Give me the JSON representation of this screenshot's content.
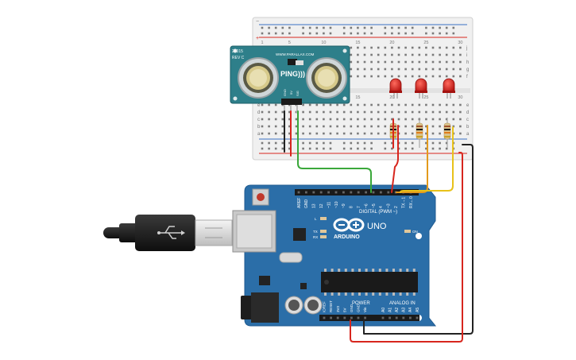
{
  "breadboard": {
    "row_letters_top": [
      "j",
      "i",
      "h",
      "g",
      "f"
    ],
    "row_letters_bottom": [
      "e",
      "d",
      "c",
      "b",
      "a"
    ],
    "column_numbers": [
      "1",
      "5",
      "10",
      "15",
      "20",
      "25",
      "30"
    ]
  },
  "sensor": {
    "part_id": "28015",
    "revision": "REV C",
    "website": "WWW.PARALLAX.COM",
    "label": "PING)))",
    "pin_labels": [
      "GND",
      "5V",
      "SIG"
    ]
  },
  "arduino": {
    "model": "UNO",
    "brand": "ARDUINO",
    "digital_header": "DIGITAL (PWM ~)",
    "power_header": "POWER",
    "analog_header": "ANALOG IN",
    "digital_pins": [
      "AREF",
      "GND",
      "13",
      "12",
      "~11",
      "~10",
      "~9",
      "8",
      "7",
      "~6",
      "~5",
      "4",
      "~3",
      "2",
      "TX→1",
      "RX←0"
    ],
    "power_pins": [
      "IOREF",
      "RESET",
      "3V3",
      "5V",
      "GND",
      "GND",
      "Vin"
    ],
    "analog_pins": [
      "A0",
      "A1",
      "A2",
      "A3",
      "A4",
      "A5"
    ],
    "leds": [
      "L",
      "TX",
      "RX"
    ],
    "on_label": "ON"
  },
  "colors": {
    "board_blue": "#2b6ea8",
    "board_blue_dark": "#1f5a8f",
    "sensor_teal": "#2e7f8a",
    "led_red": "#c8201e",
    "wire_red": "#d7261e",
    "wire_black": "#222222",
    "wire_green": "#3aa83a",
    "wire_orange": "#e39a1c",
    "wire_yellow": "#e8c21a",
    "breadboard": "#f2f2f2"
  },
  "icons": {
    "usb": "usb-trident-icon",
    "arduino_logo": "infinity-plus-minus-icon"
  }
}
